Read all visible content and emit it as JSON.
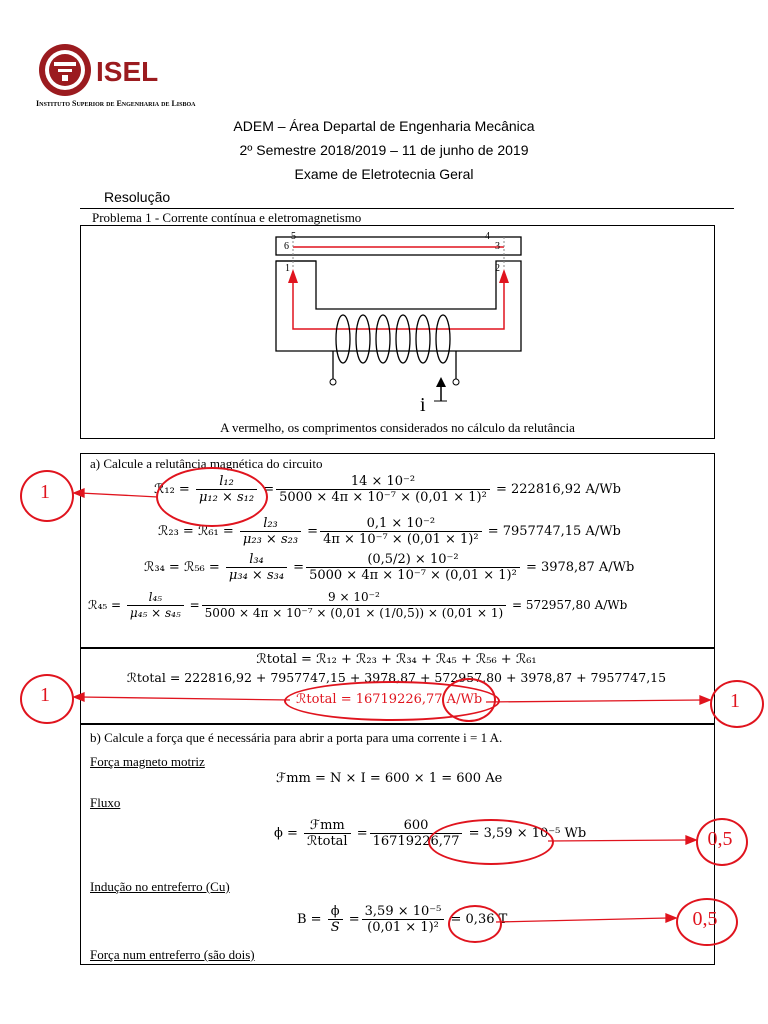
{
  "header": {
    "logo_text": "ISEL",
    "institute": "Instituto Superior de Engenharia de Lisboa",
    "line1": "ADEM – Área Departal de Engenharia Mecânica",
    "line2": "2º Semestre 2018/2019 – 11 de junho de 2019",
    "line3": "Exame de Eletrotecnia Geral",
    "resolucao": "Resolução",
    "problem_title": "Problema 1 - Corrente contínua e eletromagnetismo"
  },
  "figure": {
    "caption": "A vermelho, os comprimentos considerados no cálculo da relutância",
    "current_label": "i",
    "nodes": [
      "5",
      "4",
      "6",
      "3",
      "1",
      "2"
    ]
  },
  "part_a": {
    "question": "a)   Calcule a relutância magnética do circuito",
    "r12": {
      "lhs": "ℛ₁₂ =",
      "sym_num": "l₁₂",
      "sym_den": "μ₁₂ × s₁₂",
      "num": "14 × 10⁻²",
      "den": "5000 × 4π × 10⁻⁷ × (0,01 × 1)²",
      "result": "= 222816,92 A/Wb"
    },
    "r23": {
      "lhs": "ℛ₂₃ = ℛ₆₁ =",
      "sym_num": "l₂₃",
      "sym_den": "μ₂₃ × s₂₃",
      "num": "0,1 × 10⁻²",
      "den": "4π × 10⁻⁷ × (0,01 × 1)²",
      "result": "= 7957747,15 A/Wb"
    },
    "r34": {
      "lhs": "ℛ₃₄ = ℛ₅₆ =",
      "sym_num": "l₃₄",
      "sym_den": "μ₃₄ × s₃₄",
      "num": "(0,5/2) × 10⁻²",
      "den": "5000 × 4π × 10⁻⁷ × (0,01 × 1)²",
      "result": "= 3978,87 A/Wb"
    },
    "r45": {
      "lhs": "ℛ₄₅ =",
      "sym_num": "l₄₅",
      "sym_den": "μ₄₅ × s₄₅",
      "num": "9 × 10⁻²",
      "den": "5000 × 4π × 10⁻⁷ × (0,01 × (1/0,5)) × (0,01 × 1)",
      "result": "= 572957,80 A/Wb"
    },
    "total1": "ℛtotal = ℛ₁₂ + ℛ₂₃ + ℛ₃₄ + ℛ₄₅ + ℛ₅₆ + ℛ₆₁",
    "total2": "ℛtotal = 222816,92 + 7957747,15 + 3978,87 + 572957,80 + 3978,87 + 7957747,15",
    "total3": "ℛtotal = 16719226,77 A/Wb"
  },
  "part_b": {
    "question": "b)   Calcule a força que é necessária para abrir a porta para uma corrente i = 1 A.",
    "fmm_title": "Força magneto motriz",
    "fmm_eq": "ℱmm = N × I = 600 × 1 = 600 Ae",
    "flux_title": "Fluxo",
    "flux_lhs": "ϕ =",
    "flux_sym_num": "ℱmm",
    "flux_sym_den": "ℛtotal",
    "flux_num": "600",
    "flux_den": "16719226,77",
    "flux_result": "= 3,59 × 10⁻⁵ Wb",
    "ind_title": "Indução no entreferro (Cu)",
    "ind_lhs": "B =",
    "ind_sym_num": "ϕ",
    "ind_sym_den": "S",
    "ind_num": "3,59 × 10⁻⁵",
    "ind_den": "(0,01 × 1)²",
    "ind_result": "= 0,36 T",
    "force_title": "Força num entreferro (são dois)"
  },
  "annotations": {
    "mark_r12": "1",
    "mark_total_left": "1",
    "mark_total_right": "1",
    "mark_flux": "0,5",
    "mark_ind": "0,5"
  },
  "colors": {
    "brand": "#9b1b1f",
    "annotation": "#e0141e"
  }
}
